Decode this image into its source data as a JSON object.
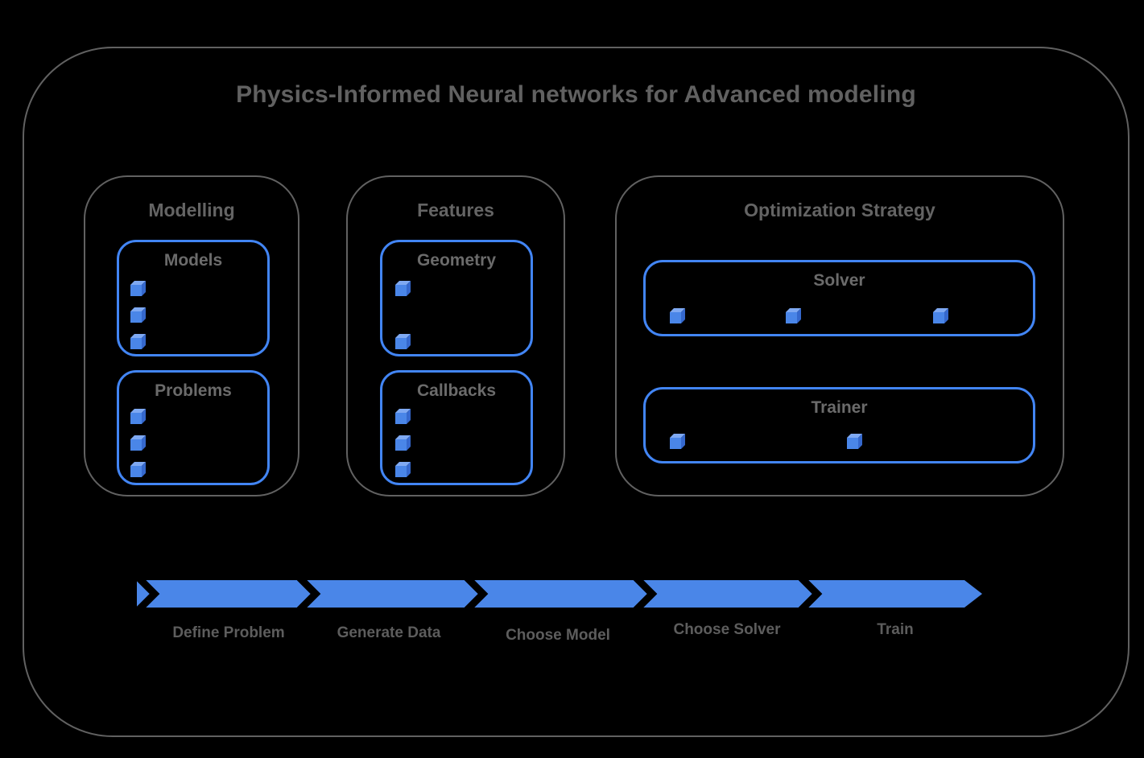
{
  "title": "Physics-Informed Neural networks for Advanced modeling",
  "colors": {
    "background": "#000000",
    "container_border_gray": "#616161",
    "group_border_blue": "#4285f4",
    "arrow_blue": "#4a86e8",
    "cube_front": "#4a86e8",
    "cube_top": "#7fa9f2",
    "cube_side": "#3568cd",
    "text_gray": "#616161"
  },
  "icons": {
    "bullet": "cube-icon"
  },
  "sections": [
    {
      "title": "Modelling",
      "groups": [
        {
          "title": "Models",
          "cube_count": 3
        },
        {
          "title": "Problems",
          "cube_count": 3
        }
      ]
    },
    {
      "title": "Features",
      "groups": [
        {
          "title": "Geometry",
          "cube_count": 2
        },
        {
          "title": "Callbacks",
          "cube_count": 3
        }
      ]
    },
    {
      "title": "Optimization Strategy",
      "groups": [
        {
          "title": "Solver",
          "cube_count": 3
        },
        {
          "title": "Trainer",
          "cube_count": 2
        }
      ]
    }
  ],
  "flow": {
    "steps": [
      {
        "label": "Define Problem"
      },
      {
        "label": "Generate Data"
      },
      {
        "label": "Choose Model"
      },
      {
        "label": "Choose Solver"
      },
      {
        "label": "Train"
      }
    ]
  }
}
